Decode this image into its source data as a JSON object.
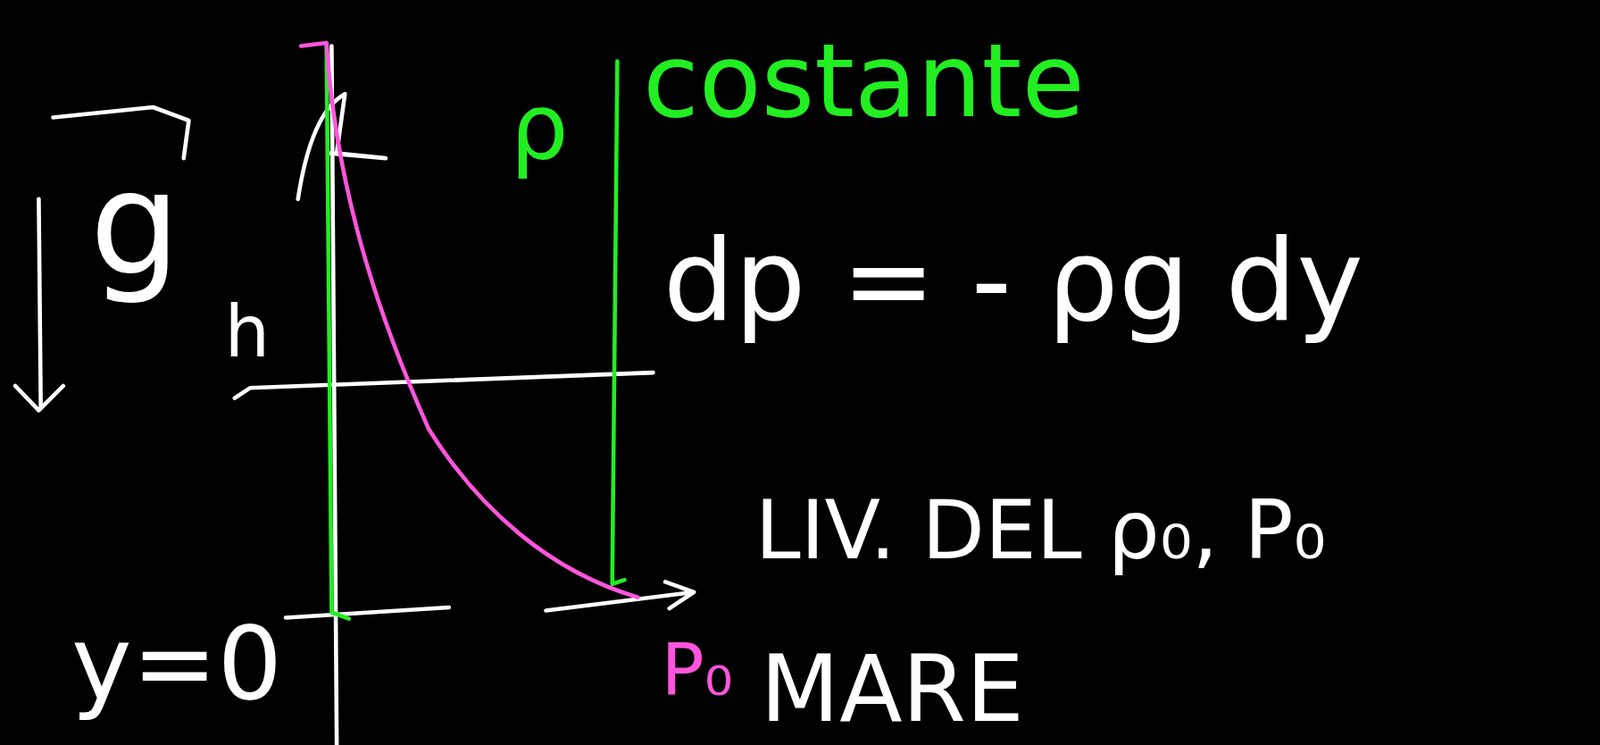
{
  "diagram": {
    "labels": [
      "g",
      "h",
      "y=0",
      "ρ",
      "costante",
      "dp = - ρg dy",
      "LIV. DEL ρ₀, P₀",
      "P₀",
      "MARE"
    ]
  }
}
